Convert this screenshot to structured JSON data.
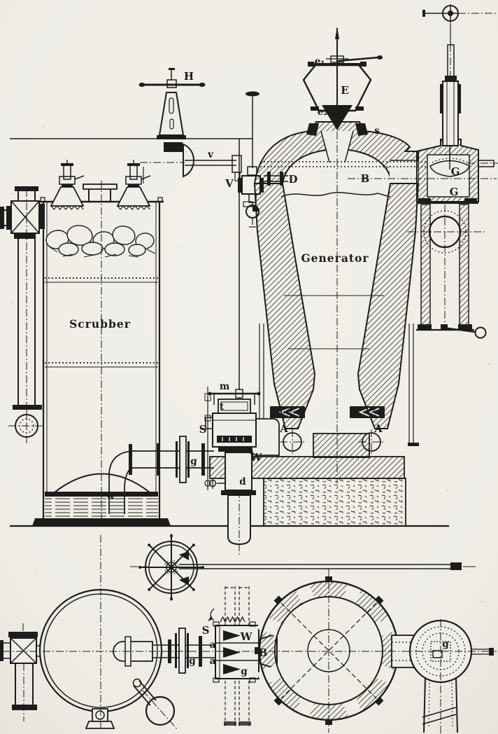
{
  "colors": {
    "paper": "#efede7",
    "ink": "#1c1c1c"
  },
  "elevation_labels": [
    {
      "part": "hand-wheel",
      "text": "H"
    },
    {
      "part": "hopper-top-seal",
      "text": "e₁"
    },
    {
      "part": "charging-hopper",
      "text": "E"
    },
    {
      "part": "hopper-bottom-seal",
      "text": "e₂"
    },
    {
      "part": "dome-shell",
      "text": "s"
    },
    {
      "part": "drive-shaft",
      "text": "v"
    },
    {
      "part": "blast-valve-gear",
      "text": "V"
    },
    {
      "part": "steam-pipe",
      "text": "D"
    },
    {
      "part": "gas-outlet",
      "text": "B"
    },
    {
      "part": "offtake-chamber-upper",
      "text": "G"
    },
    {
      "part": "offtake-chamber-lower",
      "text": "G"
    },
    {
      "part": "generator-vessel",
      "text": "Generator"
    },
    {
      "part": "scrubber-vessel",
      "text": "Scrubber"
    },
    {
      "part": "rocking-lever",
      "text": "m"
    },
    {
      "part": "valve-top-chamber",
      "text": "t"
    },
    {
      "part": "valve-box",
      "text": "S"
    },
    {
      "part": "connecting-pipe",
      "text": "g"
    },
    {
      "part": "water-elbow",
      "text": "W"
    },
    {
      "part": "dip-pipe",
      "text": "w"
    },
    {
      "part": "drain-pipe",
      "text": "d"
    },
    {
      "part": "ashpit-eye-left",
      "text": "A"
    },
    {
      "part": "ashpit-eye-right",
      "text": "A"
    }
  ],
  "plan_labels": [
    {
      "part": "valve-box",
      "text": "S"
    },
    {
      "part": "port-upper",
      "text": "a"
    },
    {
      "part": "port-lower",
      "text": "a"
    },
    {
      "part": "water-compartment",
      "text": "W"
    },
    {
      "part": "outlet-neck",
      "text": "B"
    },
    {
      "part": "pipe-flange",
      "text": "g"
    },
    {
      "part": "box-compartment",
      "text": "g"
    },
    {
      "part": "side-branch",
      "text": "g"
    }
  ]
}
